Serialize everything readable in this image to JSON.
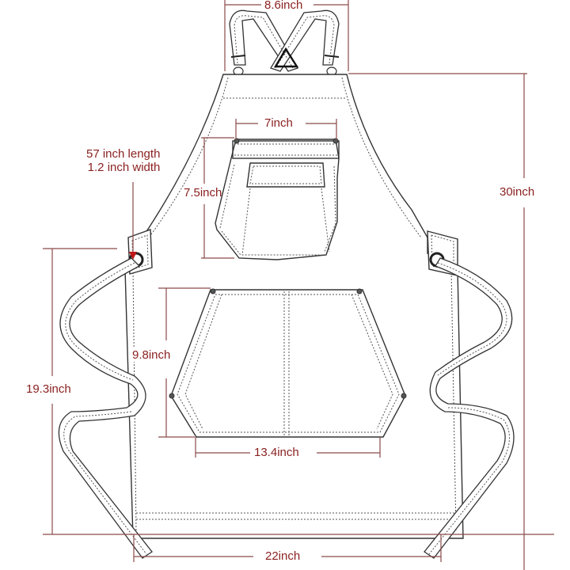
{
  "diagram": {
    "subject": "Apron with cross-back straps and pockets",
    "accent_color": "#8a1f1f",
    "dimensions": {
      "strap_top_width": "8.6inch",
      "chest_pocket_width": "7inch",
      "chest_pocket_height": "7.5inch",
      "tie_strap_spec": {
        "length": "57 inch length",
        "width": "1.2 inch width"
      },
      "total_length": "30inch",
      "waist_to_hem": "19.3inch",
      "main_pocket_height": "9.8inch",
      "main_pocket_width": "13.4inch",
      "hem_width": "22inch"
    }
  }
}
